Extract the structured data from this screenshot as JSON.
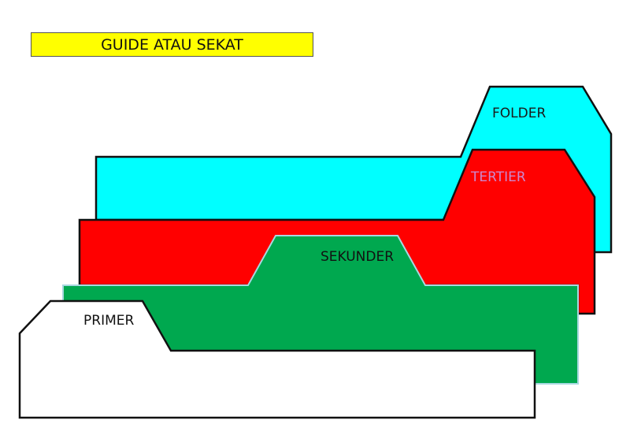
{
  "title": "GUIDE ATAU SEKAT",
  "layers": [
    {
      "id": "folder",
      "label": "FOLDER",
      "fill": "#00ffff",
      "stroke": "#111111",
      "label_color": "#1a1a1a"
    },
    {
      "id": "tertier",
      "label": "TERTIER",
      "fill": "#ff0000",
      "stroke": "#111111",
      "label_color": "#cc88cc"
    },
    {
      "id": "sekunder",
      "label": "SEKUNDER",
      "fill": "#00a84f",
      "stroke": "#a8d8e0",
      "label_color": "#111111"
    },
    {
      "id": "primer",
      "label": "PRIMER",
      "fill": "#ffffff",
      "stroke": "#111111",
      "label_color": "#111111"
    }
  ],
  "colors": {
    "title_bg": "#ffff00",
    "background": "#ffffff"
  }
}
